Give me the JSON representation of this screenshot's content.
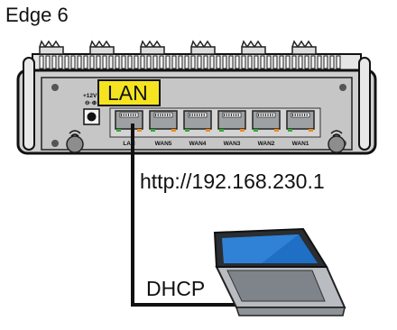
{
  "device": {
    "title": "Edge 6",
    "power_label": "+12V",
    "lan_badge": "LAN",
    "ports": [
      "LAN",
      "WAN5",
      "WAN4",
      "WAN3",
      "WAN2",
      "WAN1"
    ]
  },
  "connection": {
    "url": "http://192.168.230.1",
    "mode": "DHCP"
  },
  "colors": {
    "badge_fill": "#f5e321",
    "port_fill": "#9ea1a3",
    "chassis_fill": "#c9c9c9",
    "laptop_screen": "#1f6fc7",
    "led_orange": "#f08a1c",
    "led_green": "#35a83a"
  }
}
